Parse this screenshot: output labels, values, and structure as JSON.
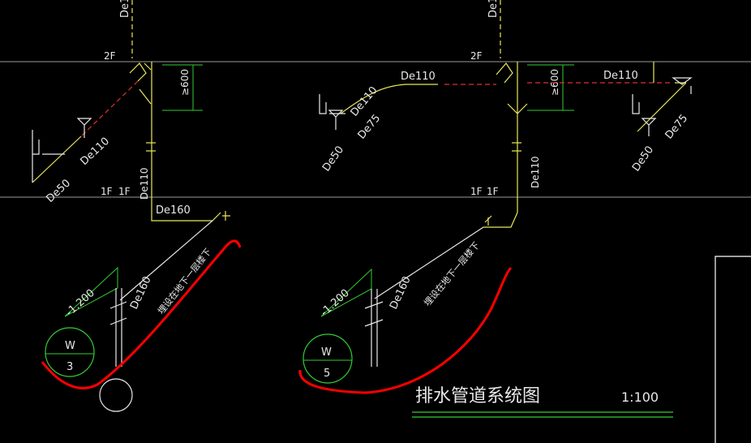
{
  "colors": {
    "background": "#000000",
    "pipe": "#e8e85a",
    "pipe_hidden": "#e03030",
    "text": "#e8e8e8",
    "dimension": "#33cc33",
    "floor_line": "#9a9a9a",
    "annotation": "#ff0000",
    "title_line": "#33cc33",
    "frame": "#ffffff"
  },
  "floors": {
    "upper": "2F",
    "lower": "1F"
  },
  "system_a": {
    "riser_top": "De1",
    "dim_height": "≥600",
    "branch_lower": "De110",
    "branch_left": "De50",
    "stack": "De110",
    "floor_1f_a": "1F",
    "floor_1f_b": "1F",
    "outlet": "De160",
    "underground": "De160",
    "elevation": "-1.200",
    "note": "埋设在地下一层楼下",
    "symbol_top": "W",
    "symbol_bottom": "3"
  },
  "system_b": {
    "riser_top": "De1",
    "branch_top": "De110",
    "left_upper": "De110",
    "left_mid": "De75",
    "left_low": "De50",
    "dim_height": "≥600",
    "right_branch": "De110",
    "right_mid": "De75",
    "right_low": "De50",
    "stack": "De110",
    "floor_1f_a": "1F",
    "floor_1f_b": "1F",
    "underground": "De160",
    "elevation": "-1.200",
    "note": "埋设在地下一层楼下",
    "symbol_top": "W",
    "symbol_bottom": "5"
  },
  "title": {
    "text": "排水管道系统图",
    "scale": "1:100"
  }
}
